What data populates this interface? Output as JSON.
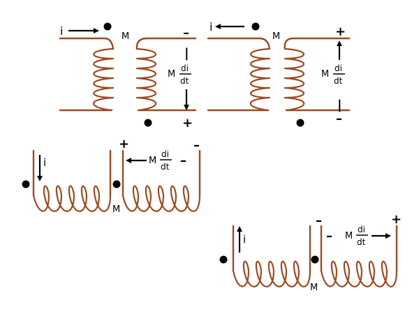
{
  "colors": {
    "wire": "#9c4a22",
    "ink": "#000000",
    "background": "#ffffff"
  },
  "labels": {
    "current": "i",
    "mutual": "M",
    "emf_coefficient": "M",
    "emf_numerator": "di",
    "emf_denominator": "dt",
    "plus": "+",
    "minus": "–",
    "minus_bar": "|",
    "plus_bar": "|"
  }
}
